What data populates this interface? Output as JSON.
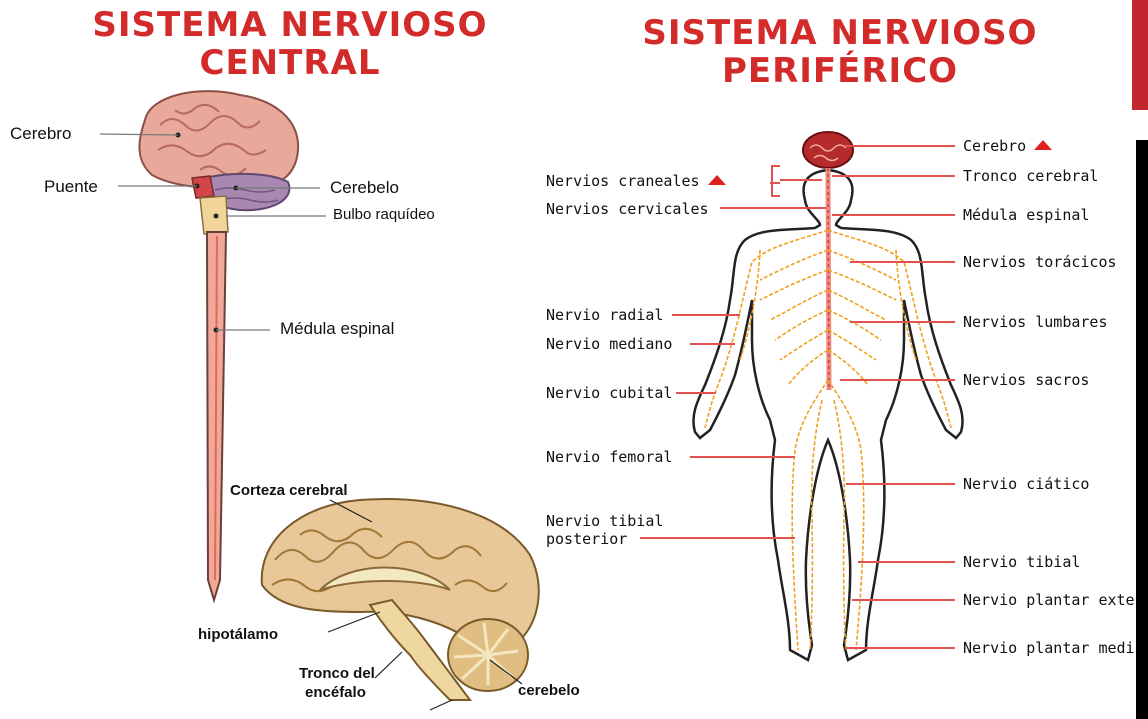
{
  "cns": {
    "title_line1": "SISTEMA NERVIOSO",
    "title_line2": "CENTRAL",
    "labels": {
      "cerebro": "Cerebro",
      "puente": "Puente",
      "cerebelo": "Cerebelo",
      "bulbo": "Bulbo raquídeo",
      "medula": "Médula espinal"
    },
    "section_labels": {
      "corteza": "Corteza cerebral",
      "hipotalamo": "hipotálamo",
      "tronco_line1": "Tronco del",
      "tronco_line2": "encéfalo",
      "cerebelo": "cerebelo"
    }
  },
  "pns": {
    "title_line1": "SISTEMA NERVIOSO",
    "title_line2": "PERIFÉRICO",
    "left_labels": {
      "craneales": "Nervios craneales",
      "cervicales": "Nervios cervicales",
      "radial": "Nervio radial",
      "mediano": "Nervio mediano",
      "cubital": "Nervio cubital",
      "femoral": "Nervio femoral",
      "tibial_post_line1": "Nervio tibial",
      "tibial_post_line2": "posterior"
    },
    "right_labels": {
      "cerebro": "Cerebro",
      "tronco": "Tronco cerebral",
      "medula": "Médula espinal",
      "toracicos": "Nervios torácicos",
      "lumbares": "Nervios lumbares",
      "sacros": "Nervios sacros",
      "ciatico": "Nervio ciático",
      "tibial": "Nervio tibial",
      "plantar_ext": "Nervio plantar exter",
      "plantar_med": "Nervio plantar medi"
    }
  },
  "colors": {
    "title_red": "#d32a2a",
    "leader_red": "#e2504f",
    "nerve_orange": "#f0a020",
    "spine_pink": "#f08a80",
    "brain_pink": "#e9a99a"
  }
}
